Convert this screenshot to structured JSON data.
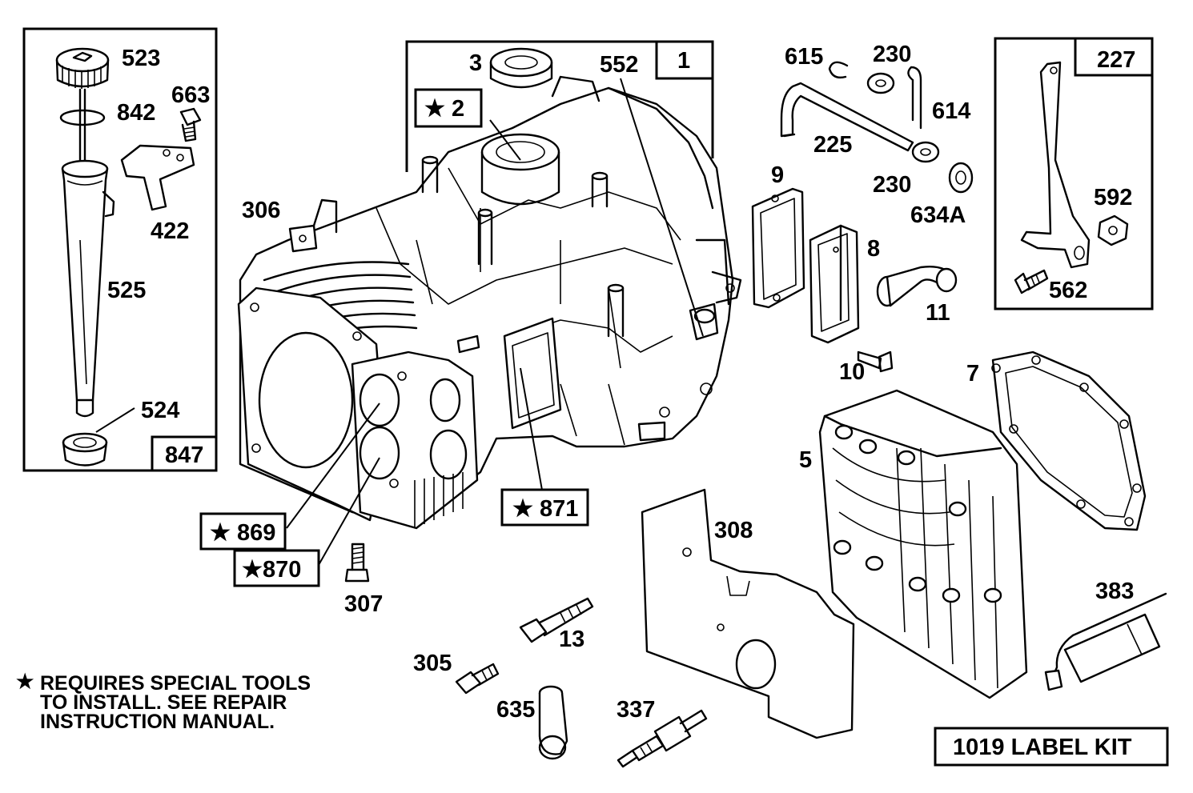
{
  "labels": {
    "l523": "523",
    "l663": "663",
    "l842": "842",
    "l422": "422",
    "l525": "525",
    "l524": "524",
    "l847": "847",
    "l3": "3",
    "l552": "552",
    "l1": "1",
    "l2": "★ 2",
    "l306": "306",
    "l869": "★ 869",
    "l870": "★870",
    "l871": "★ 871",
    "l307": "307",
    "l615": "615",
    "l230a": "230",
    "l614": "614",
    "l225": "225",
    "l230b": "230",
    "l634a": "634A",
    "l9": "9",
    "l8": "8",
    "l11": "11",
    "l10": "10",
    "l7": "7",
    "l5": "5",
    "l227": "227",
    "l592": "592",
    "l562": "562",
    "l308": "308",
    "l383": "383",
    "l13": "13",
    "l305": "305",
    "l635": "635",
    "l337": "337"
  },
  "note": {
    "star": "★",
    "line1": "REQUIRES SPECIAL TOOLS",
    "line2": "TO INSTALL.  SEE REPAIR",
    "line3": "INSTRUCTION MANUAL."
  },
  "kit_label": "1019 LABEL KIT"
}
